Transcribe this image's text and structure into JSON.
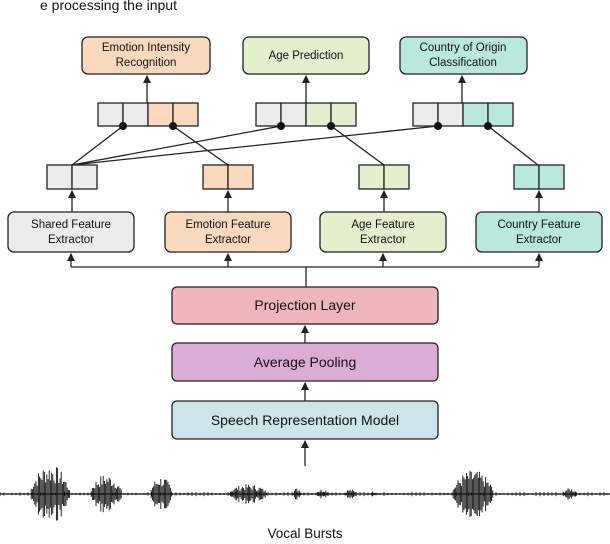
{
  "header_fragment": "e processing the input",
  "tasks": {
    "emotion": {
      "line1": "Emotion Intensity",
      "line2": "Recognition"
    },
    "age": {
      "line1": "Age Prediction"
    },
    "country": {
      "line1": "Country of Origin",
      "line2": "Classification"
    }
  },
  "extractors": {
    "shared": {
      "line1": "Shared Feature",
      "line2": "Extractor"
    },
    "emotion": {
      "line1": "Emotion Feature",
      "line2": "Extractor"
    },
    "age": {
      "line1": "Age Feature",
      "line2": "Extractor"
    },
    "country": {
      "line1": "Country Feature",
      "line2": "Extractor"
    }
  },
  "stages": {
    "projection": "Projection Layer",
    "pooling": "Average Pooling",
    "speech_model": "Speech Representation Model"
  },
  "input_label": "Vocal Bursts",
  "colors": {
    "emotion": "#fbd9bd",
    "age": "#e4efcd",
    "country": "#b9e9dc",
    "shared": "#ececec",
    "projection": "#eeb6bb",
    "pooling": "#dcadd4",
    "speech_model": "#cbe5ea",
    "stroke": "#222222"
  }
}
